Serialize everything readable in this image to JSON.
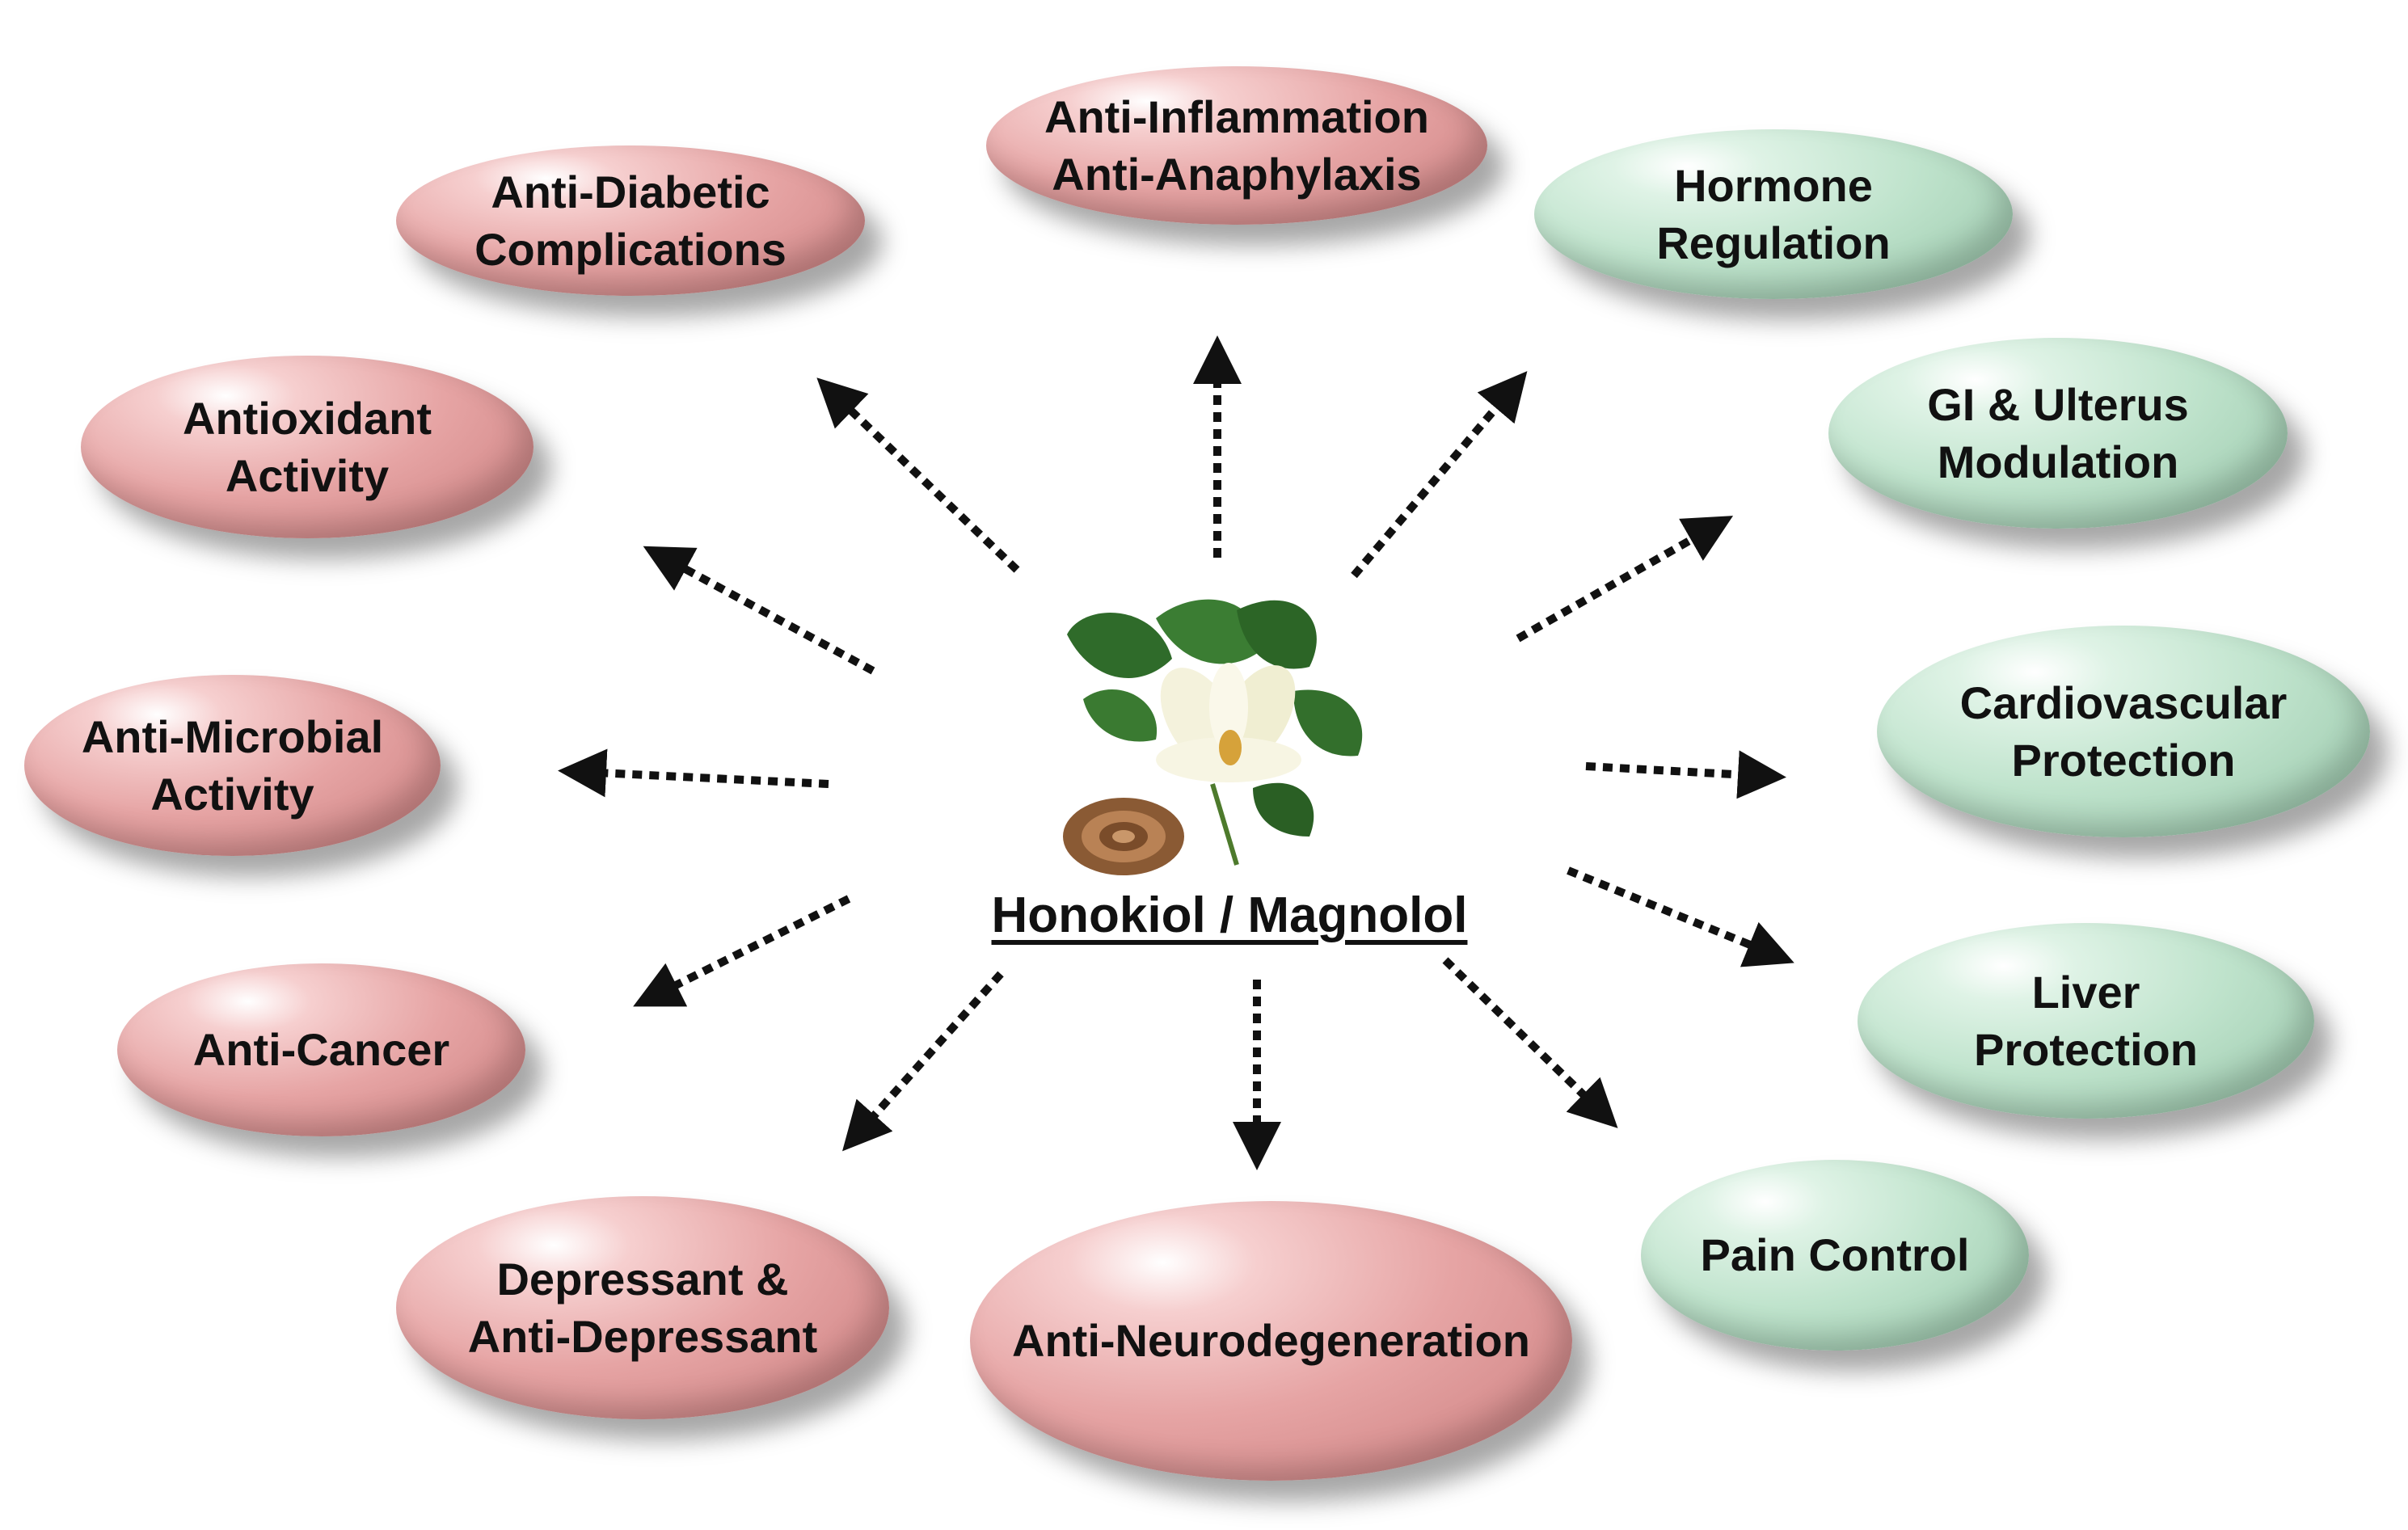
{
  "center": {
    "title": "Honokiol / Magnolol"
  },
  "effects": [
    {
      "id": "anti-diabetic",
      "color": "red",
      "lines": [
        "Anti-Diabetic",
        "Complications"
      ]
    },
    {
      "id": "anti-inflammation",
      "color": "red",
      "lines": [
        "Anti-Inflammation",
        "Anti-Anaphylaxis"
      ]
    },
    {
      "id": "hormone",
      "color": "green",
      "lines": [
        "Hormone",
        "Regulation"
      ]
    },
    {
      "id": "antioxidant",
      "color": "red",
      "lines": [
        "Antioxidant",
        "Activity"
      ]
    },
    {
      "id": "gi",
      "color": "green",
      "lines": [
        "GI & Ulterus",
        "Modulation"
      ]
    },
    {
      "id": "anti-microbial",
      "color": "red",
      "lines": [
        "Anti-Microbial",
        "Activity"
      ]
    },
    {
      "id": "cardio",
      "color": "green",
      "lines": [
        "Cardiovascular",
        "Protection"
      ]
    },
    {
      "id": "anti-cancer",
      "color": "red",
      "lines": [
        "Anti-Cancer"
      ]
    },
    {
      "id": "liver",
      "color": "green",
      "lines": [
        "Liver",
        "Protection"
      ]
    },
    {
      "id": "depressant",
      "color": "red",
      "lines": [
        "Depressant &",
        "Anti-Depressant"
      ]
    },
    {
      "id": "neuro",
      "color": "red",
      "lines": [
        "Anti-Neurodegeneration"
      ]
    },
    {
      "id": "pain",
      "color": "green",
      "lines": [
        "Pain Control"
      ]
    }
  ],
  "colors": {
    "red": "#e6a4a4",
    "green": "#bfe3cc",
    "arrow": "#111111"
  }
}
